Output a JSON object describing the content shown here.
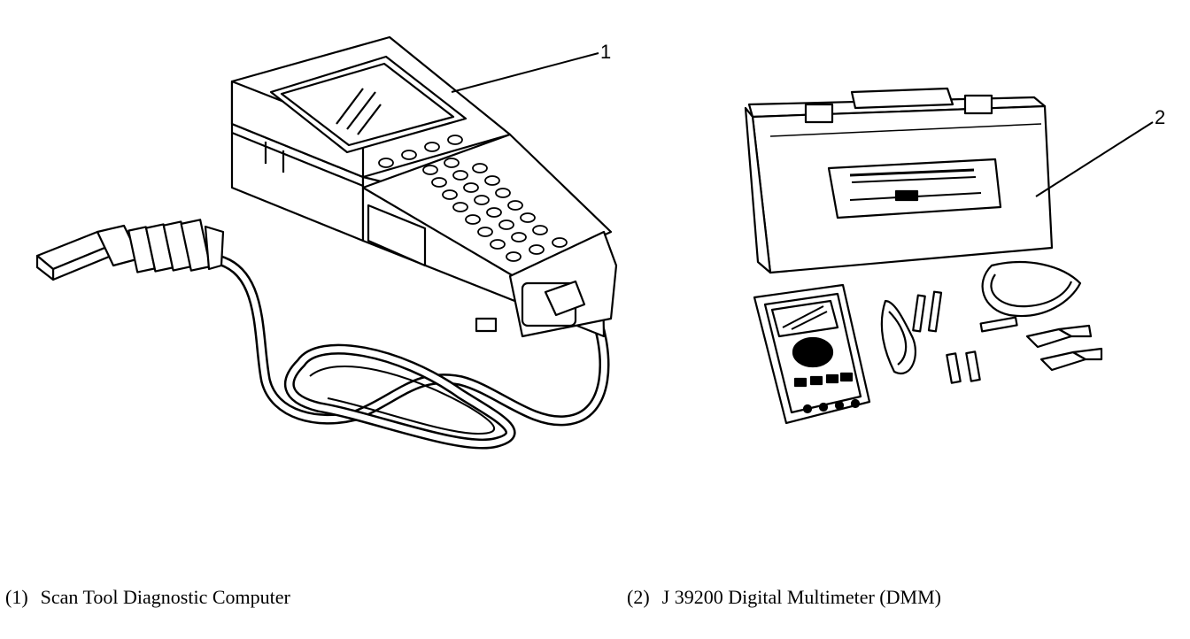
{
  "callouts": {
    "scan_tool": "1",
    "multimeter": "2"
  },
  "captions": [
    {
      "number": "(1)",
      "text": "Scan Tool Diagnostic Computer"
    },
    {
      "number": "(2)",
      "text": "J 39200 Digital Multimeter (DMM)"
    }
  ]
}
